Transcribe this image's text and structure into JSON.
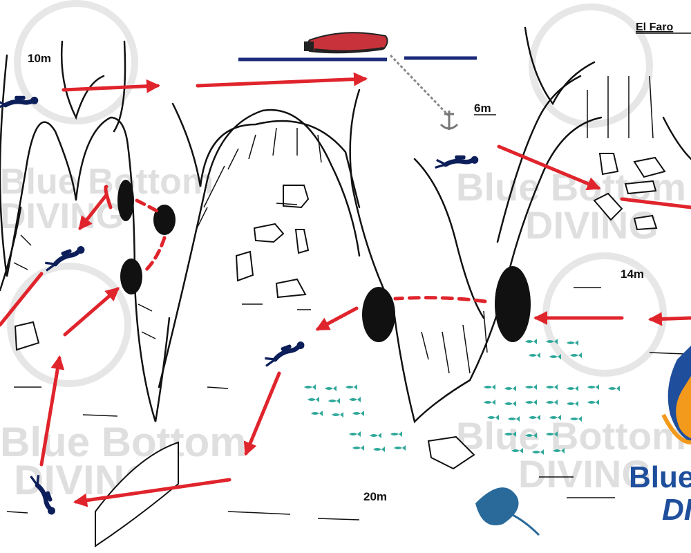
{
  "map": {
    "title": "El Faro",
    "depths": {
      "d10": "10m",
      "d6": "6m",
      "d14": "14m",
      "d20": "20m"
    },
    "watermark": {
      "line1": "Blue Bottom",
      "line2": "DIVING"
    },
    "brand": {
      "line1": "Blue",
      "line2": "DI"
    }
  },
  "colors": {
    "route": "#e0242c",
    "surface": "#1b2a7a",
    "fish": "#2fa89a",
    "brand": "#1f4f9c",
    "brand_flame": "#f39a1c",
    "boat": "#c8323a",
    "diver": "#0d1f5a",
    "stingray": "#2a6a9a"
  },
  "icons": [
    "boat-icon",
    "anchor-icon",
    "diver-icon",
    "fish-icon",
    "stingray-icon",
    "brand-logo-icon"
  ]
}
